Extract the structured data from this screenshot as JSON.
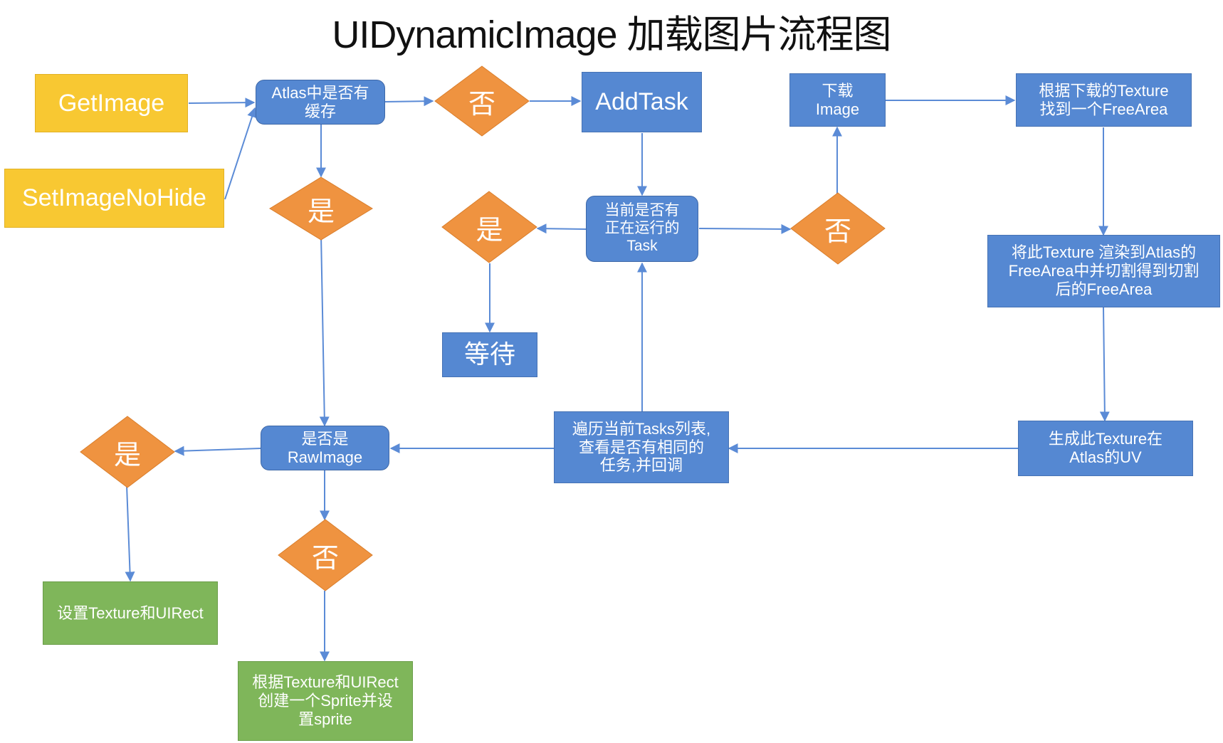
{
  "title": "UIDynamicImage 加载图片流程图",
  "colors": {
    "process": "#5588d2",
    "decision": "#ef9340",
    "entry": "#f8c832",
    "terminal": "#7fb65a",
    "edge": "#5b8bd6"
  },
  "nodes": {
    "get_image": "GetImage",
    "set_image_no_hide": "SetImageNoHide",
    "atlas_cache_check": "Atlas中是否有\n缓存",
    "decision_cache_no": "否",
    "add_task": "AddTask",
    "decision_cache_yes": "是",
    "running_task_check": "当前是否有\n正在运行的\nTask",
    "decision_running_yes": "是",
    "wait": "等待",
    "decision_running_no": "否",
    "download_image": "下载\nImage",
    "find_free_area": "根据下载的Texture\n找到一个FreeArea",
    "render_to_atlas": "将此Texture 渲染到Atlas的\nFreeArea中并切割得到切割\n后的FreeArea",
    "generate_uv": "生成此Texture在\nAtlas的UV",
    "traverse_tasks": "遍历当前Tasks列表,\n查看是否有相同的\n任务,并回调",
    "is_raw_image": "是否是\nRawImage",
    "decision_raw_yes": "是",
    "decision_raw_no": "否",
    "set_texture_uirect": "设置Texture和UIRect",
    "create_sprite": "根据Texture和UIRect\n创建一个Sprite并设\n置sprite"
  },
  "edges": [
    {
      "from": "GetImage",
      "to": "Atlas中是否有缓存"
    },
    {
      "from": "SetImageNoHide",
      "to": "Atlas中是否有缓存"
    },
    {
      "from": "Atlas中是否有缓存",
      "to": "否"
    },
    {
      "from": "否",
      "to": "AddTask"
    },
    {
      "from": "Atlas中是否有缓存",
      "to": "是"
    },
    {
      "from": "是",
      "to": "是否是RawImage"
    },
    {
      "from": "AddTask",
      "to": "当前是否有正在运行的Task"
    },
    {
      "from": "当前是否有正在运行的Task",
      "to": "是"
    },
    {
      "from": "是",
      "to": "等待"
    },
    {
      "from": "当前是否有正在运行的Task",
      "to": "否"
    },
    {
      "from": "否",
      "to": "下载Image"
    },
    {
      "from": "下载Image",
      "to": "根据下载的Texture找到一个FreeArea"
    },
    {
      "from": "根据下载的Texture找到一个FreeArea",
      "to": "将此Texture渲染到Atlas的FreeArea中并切割得到切割后的FreeArea"
    },
    {
      "from": "将此Texture渲染到Atlas的FreeArea中并切割得到切割后的FreeArea",
      "to": "生成此Texture在Atlas的UV"
    },
    {
      "from": "生成此Texture在Atlas的UV",
      "to": "遍历当前Tasks列表,查看是否有相同的任务,并回调"
    },
    {
      "from": "遍历当前Tasks列表,查看是否有相同的任务,并回调",
      "to": "当前是否有正在运行的Task"
    },
    {
      "from": "遍历当前Tasks列表,查看是否有相同的任务,并回调",
      "to": "是否是RawImage"
    },
    {
      "from": "是否是RawImage",
      "to": "是"
    },
    {
      "from": "是",
      "to": "设置Texture和UIRect"
    },
    {
      "from": "是否是RawImage",
      "to": "否"
    },
    {
      "from": "否",
      "to": "根据Texture和UIRect创建一个Sprite并设置sprite"
    }
  ]
}
